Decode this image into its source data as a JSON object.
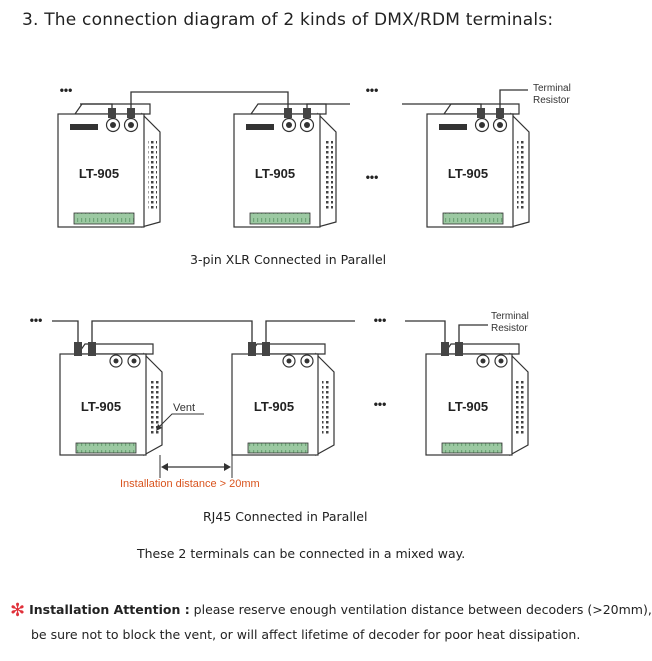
{
  "heading": "3. The connection diagram of 2 kinds of DMX/RDM terminals:",
  "device_model": "LT-905",
  "ellipsis": "•••",
  "xlr_section": {
    "caption": "3-pin XLR Connected in Parallel",
    "terminal_label_line1": "Terminal",
    "terminal_label_line2": "Resistor"
  },
  "rj45_section": {
    "caption": "RJ45 Connected in Parallel",
    "terminal_label_line1": "Terminal",
    "terminal_label_line2": "Resistor",
    "vent_label": "Vent",
    "distance_label": "Installation distance > 20mm"
  },
  "mixed_note": "These 2 terminals can be connected in a mixed way.",
  "attention": {
    "title": "Installation Attention :",
    "text1": " please reserve enough ventilation distance between decoders (>20mm),",
    "text2": "be sure not to block the vent, or will affect lifetime of decoder for poor heat dissipation."
  },
  "colors": {
    "asterisk": "#e0313a",
    "distance_label": "#d9541e",
    "terminal_strip": "#9cc9a2",
    "line": "#333333"
  }
}
